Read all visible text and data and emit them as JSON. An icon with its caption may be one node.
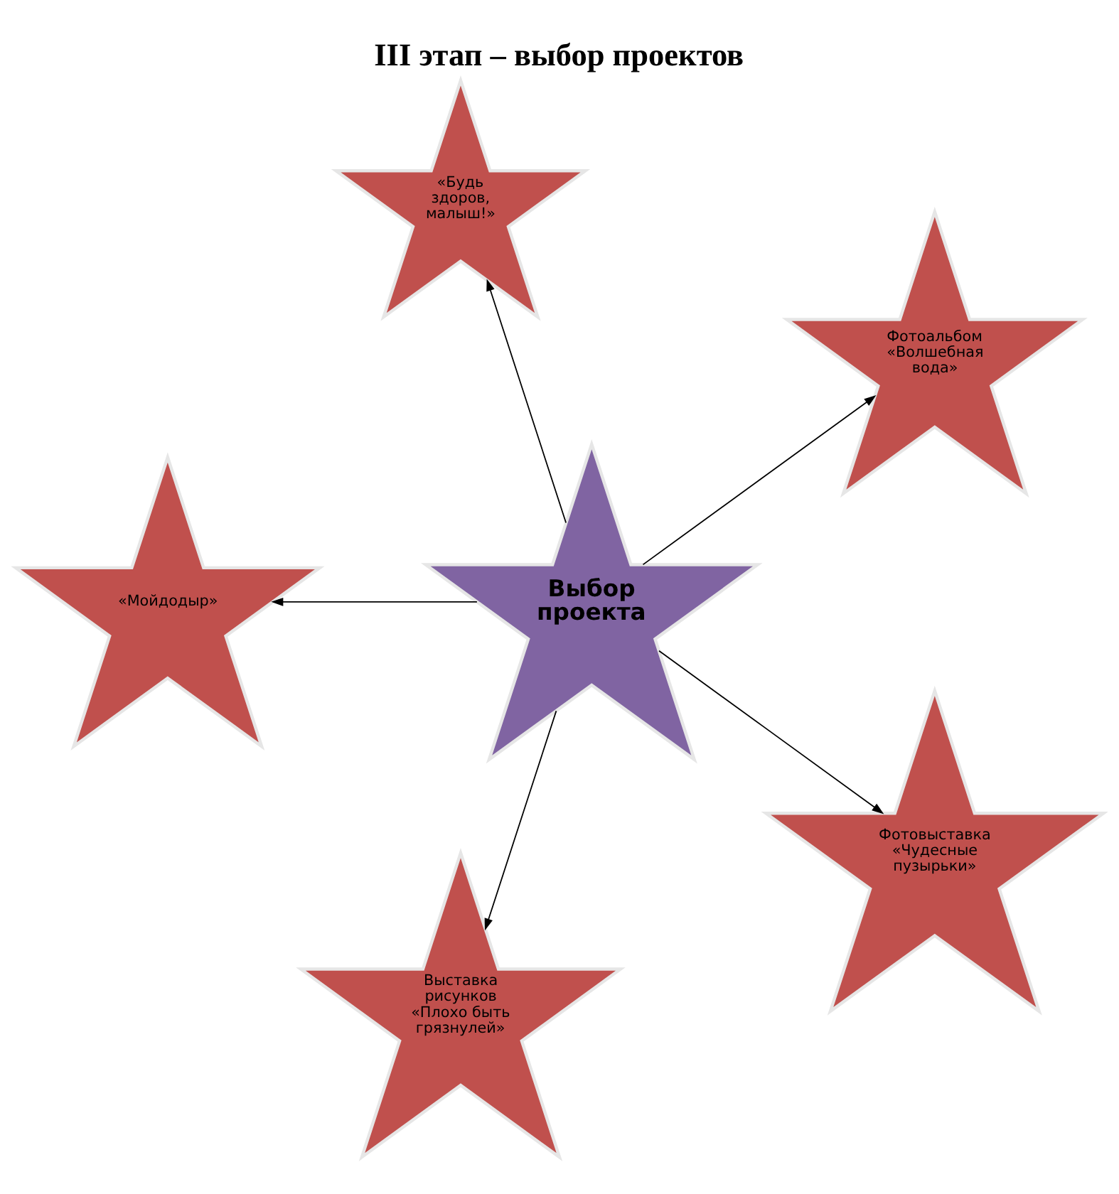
{
  "diagram": {
    "title": "III этап – выбор проектов",
    "nodes": [
      {
        "text": [
          "«Будь здоров, малыш!»"
        ]
      },
      {
        "text": [
          "«Мойдодыр»"
        ]
      },
      {
        "text": [
          "Выбор проекта"
        ]
      },
      {
        "text": [
          "Фотоальбом «Волшебная вода»"
        ]
      },
      {
        "text": [
          "Выставка рисунков «Плохо быть грязнулей»"
        ]
      },
      {
        "text": [
          "Фотовыставка «Чудесные пузырьки»"
        ]
      }
    ],
    "edges": [
      {
        "from": 2,
        "to": 0,
        "arrow": "to"
      },
      {
        "from": 2,
        "to": 1,
        "arrow": "to"
      },
      {
        "from": 2,
        "to": 3,
        "arrow": "to"
      },
      {
        "from": 2,
        "to": 4,
        "arrow": "to"
      },
      {
        "from": 2,
        "to": 5,
        "arrow": "to"
      }
    ]
  }
}
